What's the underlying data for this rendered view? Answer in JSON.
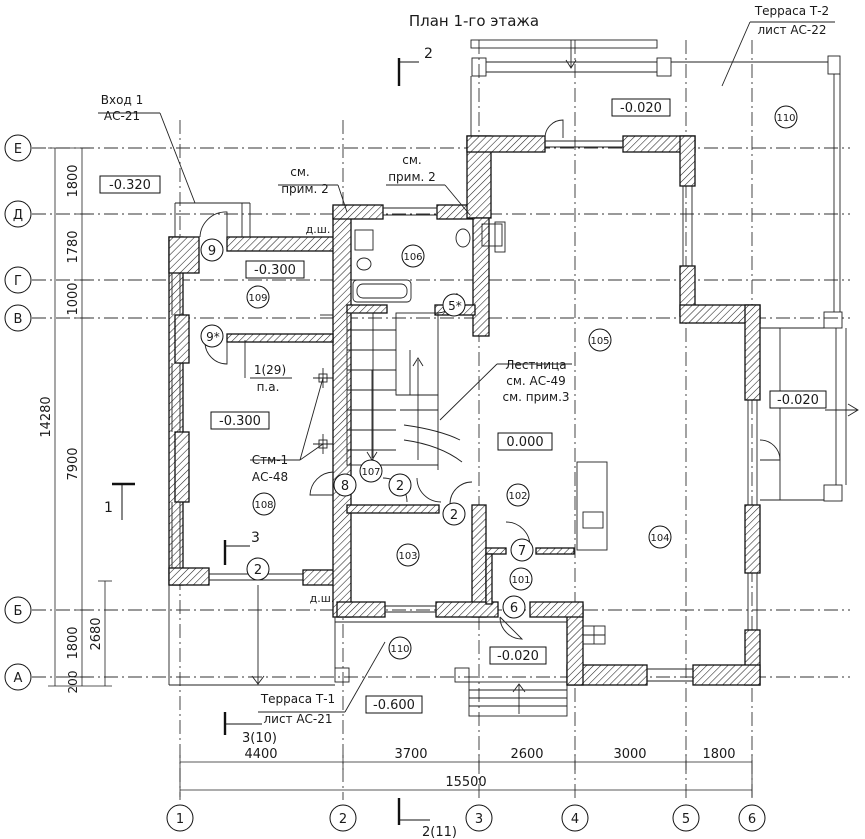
{
  "title": "План 1-го этажа",
  "axes_vertical": [
    "1",
    "2",
    "3",
    "4",
    "5",
    "6"
  ],
  "axes_horizontal": [
    "Е",
    "Д",
    "Г",
    "В",
    "Б",
    "А"
  ],
  "dims_bottom": [
    "4400",
    "3700",
    "2600",
    "3000",
    "1800"
  ],
  "dim_total": "15500",
  "dims_left": [
    "1800",
    "1780",
    "1000",
    "7900",
    "1800",
    "200"
  ],
  "dim_left_total": "14280",
  "dim_left_extra": "2680",
  "section_marks": {
    "s2_top": "2",
    "s1": "1",
    "s3": "3",
    "s3_ref": "3(10)",
    "s2_bottom": "2(11)"
  },
  "callouts": {
    "vhod1": [
      "Вход 1",
      "АС-21"
    ],
    "terr2": [
      "Терраса Т-2",
      "лист АС-22"
    ],
    "terr1": [
      "Терраса Т-1",
      "лист АС-21"
    ],
    "sm1": [
      "см.",
      "прим. 2"
    ],
    "sm2": [
      "см.",
      "прим. 2"
    ],
    "stair": [
      "Лестница",
      "см. АС-49",
      "см. прим.3"
    ],
    "stm": [
      "Стм-1",
      "АС-48"
    ],
    "pa": [
      "1(29)",
      "п.а."
    ]
  },
  "levels": {
    "l_m0320": "-0.320",
    "l_m0300a": "-0.300",
    "l_m0300b": "-0.300",
    "l_000": "0.000",
    "l_m0020a": "-0.020",
    "l_m0020b": "-0.020",
    "l_m0020c": "-0.020",
    "l_m0600": "-0.600"
  },
  "rooms": [
    "110",
    "106",
    "109",
    "105",
    "107",
    "108",
    "102",
    "103",
    "104",
    "101",
    "110"
  ],
  "doors": [
    "9",
    "9*",
    "5*",
    "8",
    "2",
    "2",
    "7",
    "6",
    "2"
  ],
  "dsh": [
    "д.ш.",
    "д.ш."
  ]
}
